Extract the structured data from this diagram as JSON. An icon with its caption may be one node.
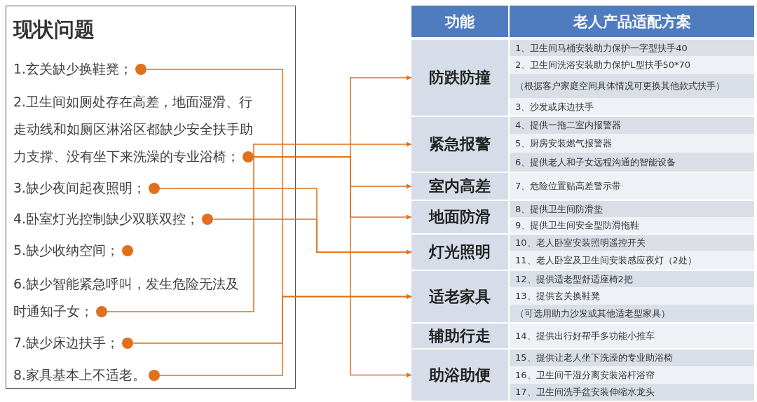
{
  "diagram": {
    "nodes": [
      {
        "text": [
          "现状问题"
        ]
      },
      {
        "text": [
          "1.玄关缺少换鞋凳；"
        ],
        "in": 0
      },
      {
        "text": [
          "2.卫生间如厕处存在高差，地面湿滑、行走动线和如厕区淋浴区都缺少安全扶手助力支撑、没有坐下来洗澡的专业浴椅；"
        ],
        "in": 0
      },
      {
        "text": [
          "3.缺少夜间起夜照明；"
        ],
        "in": 0
      },
      {
        "text": [
          "4.卧室灯光控制缺少双联双控；"
        ],
        "in": 0
      },
      {
        "text": [
          "5.缺少收纳空间；"
        ],
        "in": 0
      },
      {
        "text": [
          "6.缺少智能紧急呼叫，发生危险无法及时通知子女；"
        ],
        "in": 0
      },
      {
        "text": [
          "7.缺少床边扶手；"
        ],
        "in": 0
      },
      {
        "text": [
          "8.家具基本上不适老。"
        ],
        "in": 0
      },
      {
        "text": [
          "功能"
        ]
      },
      {
        "text": [
          "老人产品适配方案"
        ]
      },
      {
        "text": [
          "防跌防撞"
        ]
      },
      {
        "text": [
          "1、卫生间马桶安装助力保护一字型扶手40"
        ]
      },
      {
        "text": [
          "2、卫生间洗浴安装助力保护L型扶手50*70"
        ]
      },
      {
        "text": [
          "（根据客户家庭空间具体情况可更换其他款式扶手）"
        ]
      },
      {
        "text": [
          "3、沙发或床边扶手"
        ]
      },
      {
        "text": [
          "紧急报警"
        ]
      },
      {
        "text": [
          "4、提供一拖二室内报警器"
        ]
      },
      {
        "text": [
          "5、厨房安装燃气报警器"
        ]
      },
      {
        "text": [
          "6、提供老人和子女远程沟通的智能设备"
        ]
      },
      {
        "text": [
          "室内高差"
        ]
      },
      {
        "text": [
          "7、危险位置贴高差警示带"
        ]
      },
      {
        "text": [
          "地面防滑"
        ]
      },
      {
        "text": [
          "8、提供卫生间防滑垫"
        ]
      },
      {
        "text": [
          "9、提供卫生间安全型防滑拖鞋"
        ]
      },
      {
        "text": [
          "灯光照明"
        ]
      },
      {
        "text": [
          "10、老人卧室安装照明遥控开关"
        ]
      },
      {
        "text": [
          "11、老人卧室及卫生间安装感应夜灯（2处）"
        ]
      },
      {
        "text": [
          "适老家具"
        ]
      },
      {
        "text": [
          "12、提供适老型舒适座椅2把"
        ]
      },
      {
        "text": [
          "13、提供玄关换鞋凳"
        ]
      },
      {
        "text": [
          "（可选用助力沙发或其他适老型家具）"
        ]
      },
      {
        "text": [
          "辅助行走"
        ]
      },
      {
        "text": [
          "14、提供出行好帮手多功能小推车"
        ]
      },
      {
        "text": [
          "助浴助便"
        ]
      },
      {
        "text": [
          "15、提供让老人坐下洗澡的专业助浴椅"
        ]
      },
      {
        "text": [
          "16、卫生间干湿分离安装浴杆浴帘"
        ]
      },
      {
        "text": [
          "17、卫生间洗手盆安装伸缩水龙头"
        ]
      }
    ],
    "edges": [
      {
        "from": 1,
        "to": 28,
        "arrow": "to"
      },
      {
        "from": 7,
        "to": 28,
        "arrow": "to"
      },
      {
        "from": 8,
        "to": 28,
        "arrow": "to"
      },
      {
        "from": 2,
        "to": 11,
        "arrow": "to"
      },
      {
        "from": 2,
        "to": 20,
        "arrow": "to"
      },
      {
        "from": 2,
        "to": 22,
        "arrow": "to"
      },
      {
        "from": 2,
        "to": 34,
        "arrow": "to"
      },
      {
        "from": 6,
        "to": 16,
        "arrow": "to"
      },
      {
        "from": 3,
        "to": 25,
        "arrow": "to"
      },
      {
        "from": 4,
        "to": 25,
        "arrow": "to"
      }
    ]
  }
}
